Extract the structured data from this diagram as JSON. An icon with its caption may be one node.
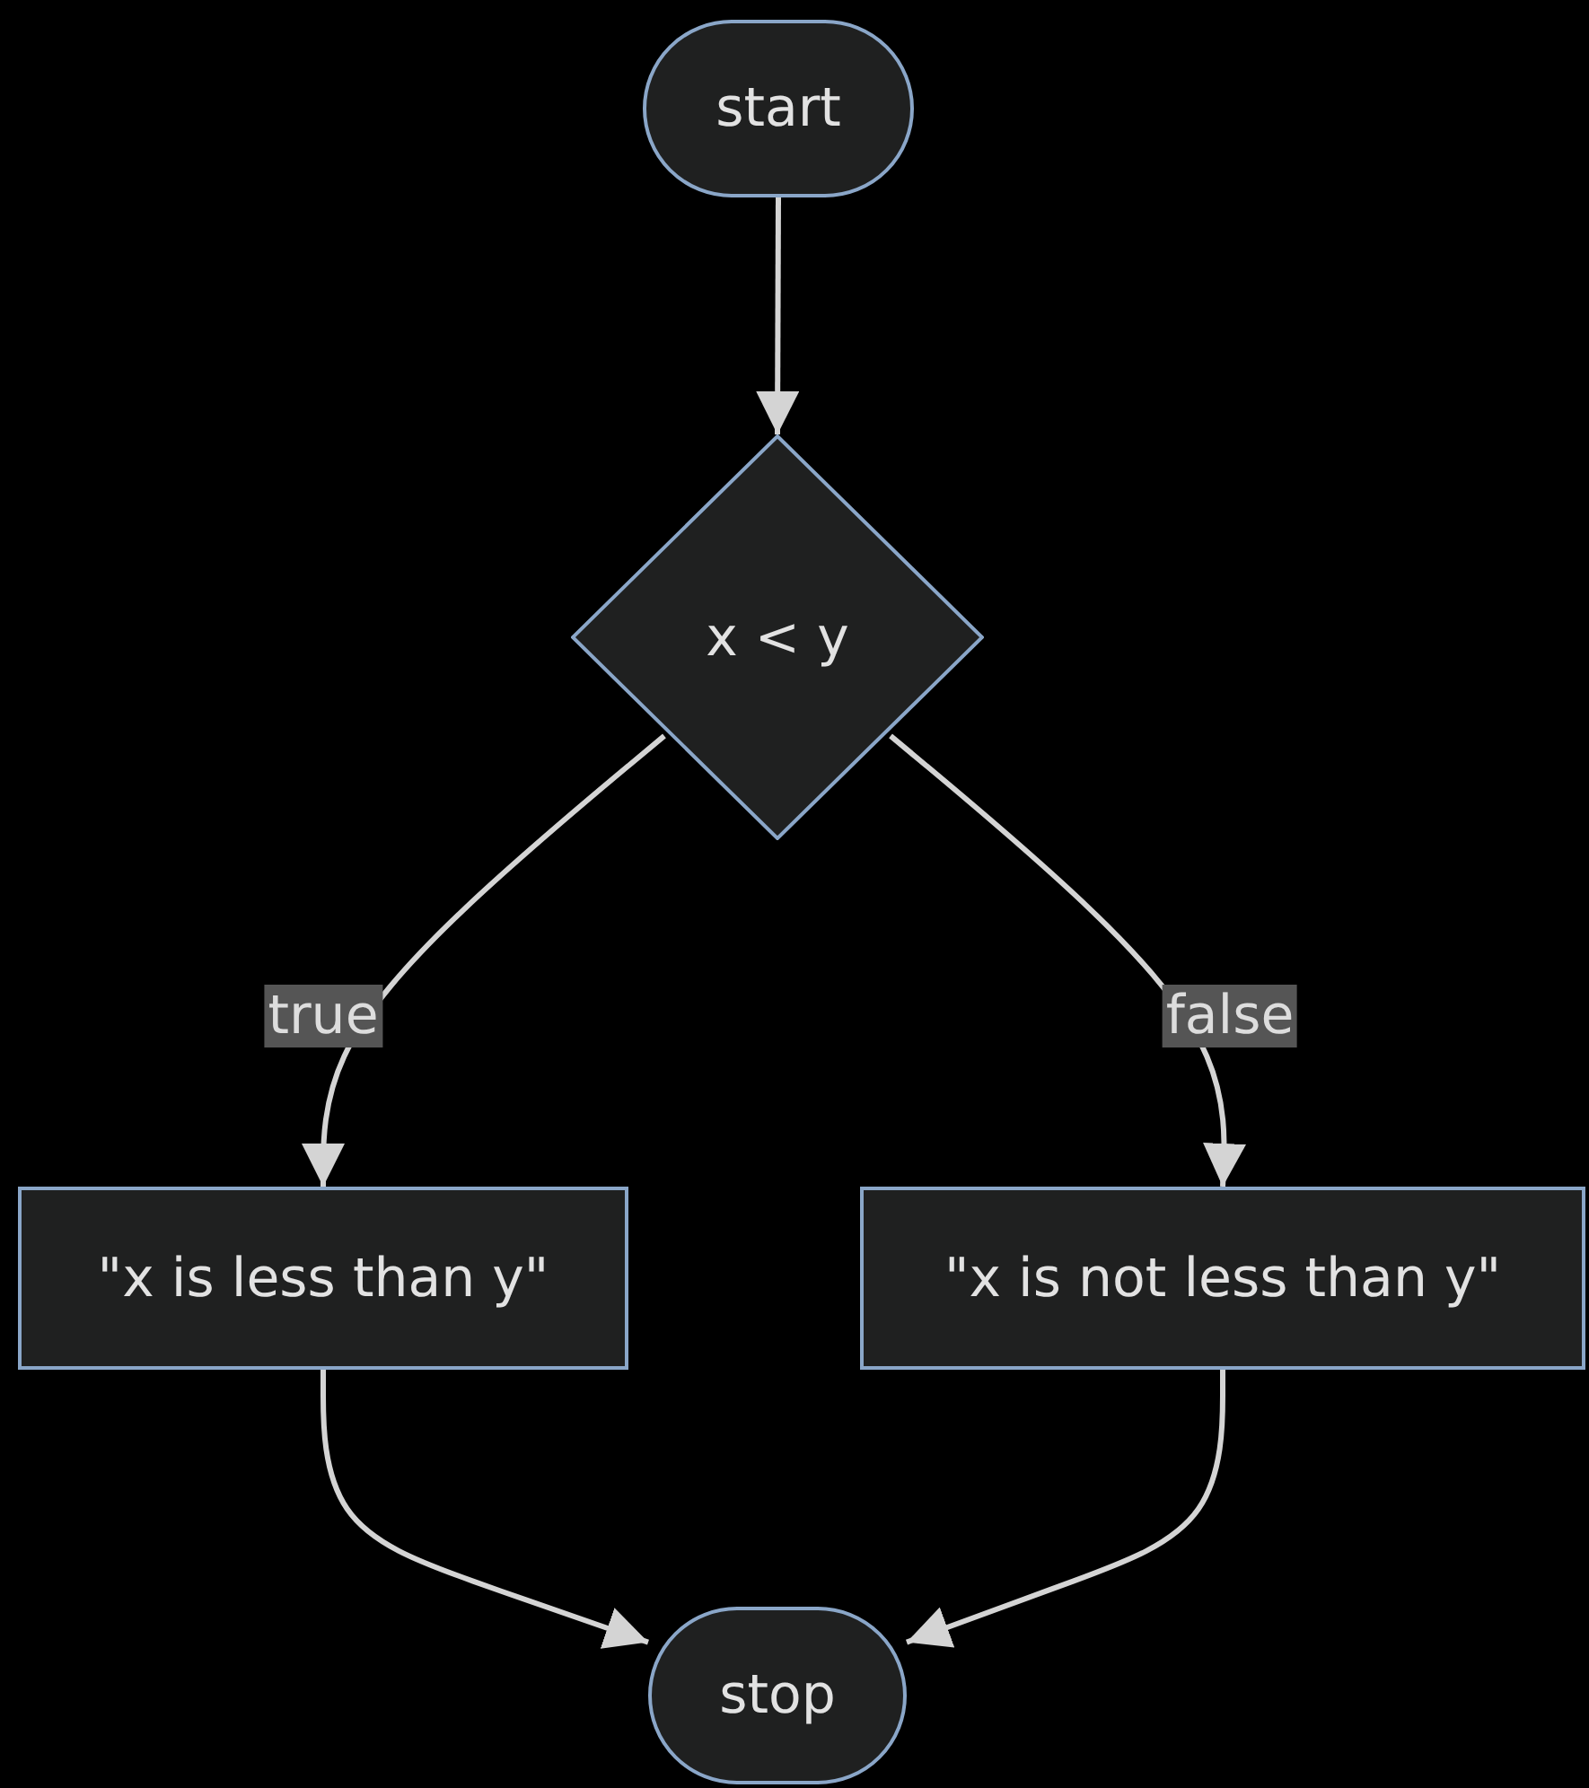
{
  "diagram": {
    "nodes": [
      {
        "text": [
          "start"
        ]
      },
      {
        "text": [
          "x < y"
        ]
      },
      {
        "text": [
          "\"x is less than y\""
        ]
      },
      {
        "text": [
          "\"x is not less than y\""
        ]
      },
      {
        "text": [
          "stop"
        ]
      }
    ],
    "edges": [
      {
        "from": 0,
        "to": 1,
        "arrow": "to"
      },
      {
        "from": 1,
        "to": 2,
        "arrow": "to",
        "label": "true"
      },
      {
        "from": 1,
        "to": 3,
        "arrow": "to",
        "label": "false"
      },
      {
        "from": 2,
        "to": 4,
        "arrow": "to"
      },
      {
        "from": 3,
        "to": 4,
        "arrow": "to"
      }
    ]
  }
}
